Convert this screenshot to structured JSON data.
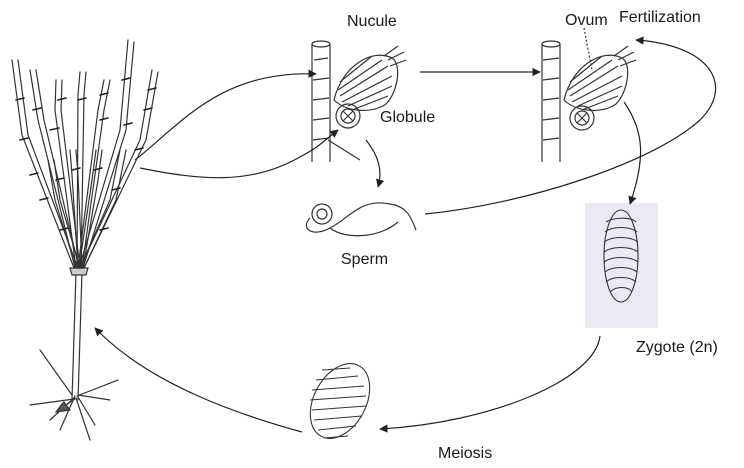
{
  "labels": {
    "nucule": "Nucule",
    "globule": "Globule",
    "ovum": "Ovum",
    "fertilization": "Fertilization",
    "sperm": "Sperm",
    "zygote": "Zygote (2n)",
    "meiosis": "Meiosis"
  },
  "colors": {
    "line": "#222222",
    "zygote_panel": "#e9eaf6"
  }
}
